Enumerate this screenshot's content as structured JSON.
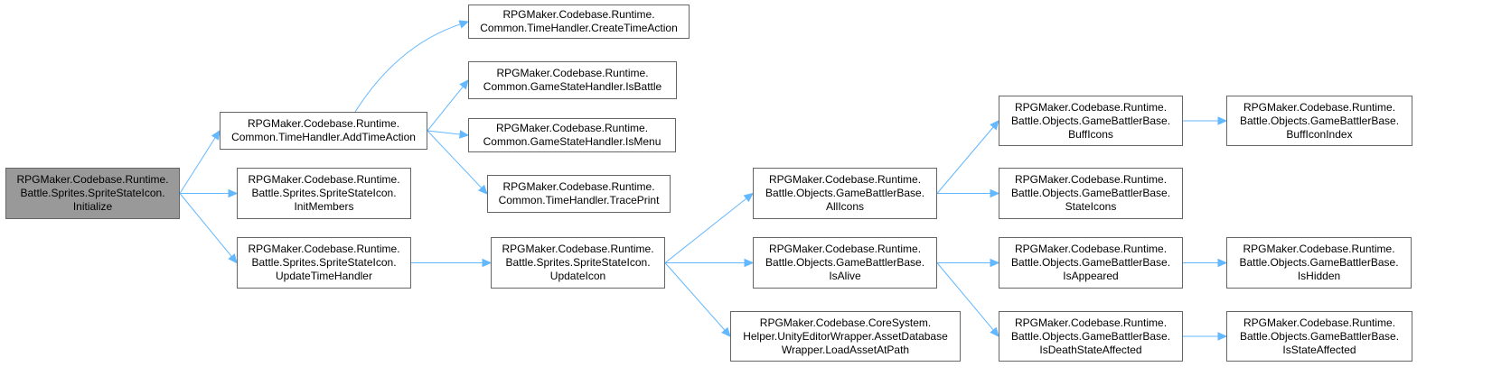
{
  "colors": {
    "edge": "#63B8FF",
    "node_border": "#666666",
    "root_fill": "#999999"
  },
  "nodes": [
    {
      "id": "initialize",
      "label": "RPGMaker.Codebase.Runtime.\nBattle.Sprites.SpriteStateIcon.\nInitialize",
      "highlighted": true
    },
    {
      "id": "add_time_action",
      "label": "RPGMaker.Codebase.Runtime.\nCommon.TimeHandler.AddTimeAction"
    },
    {
      "id": "init_members",
      "label": "RPGMaker.Codebase.Runtime.\nBattle.Sprites.SpriteStateIcon.\nInitMembers"
    },
    {
      "id": "update_time_handler",
      "label": "RPGMaker.Codebase.Runtime.\nBattle.Sprites.SpriteStateIcon.\nUpdateTimeHandler"
    },
    {
      "id": "create_time_action",
      "label": "RPGMaker.Codebase.Runtime.\nCommon.TimeHandler.CreateTimeAction"
    },
    {
      "id": "is_battle",
      "label": "RPGMaker.Codebase.Runtime.\nCommon.GameStateHandler.IsBattle"
    },
    {
      "id": "is_menu",
      "label": "RPGMaker.Codebase.Runtime.\nCommon.GameStateHandler.IsMenu"
    },
    {
      "id": "trace_print",
      "label": "RPGMaker.Codebase.Runtime.\nCommon.TimeHandler.TracePrint"
    },
    {
      "id": "update_icon",
      "label": "RPGMaker.Codebase.Runtime.\nBattle.Sprites.SpriteStateIcon.\nUpdateIcon"
    },
    {
      "id": "all_icons",
      "label": "RPGMaker.Codebase.Runtime.\nBattle.Objects.GameBattlerBase.\nAllIcons"
    },
    {
      "id": "is_alive",
      "label": "RPGMaker.Codebase.Runtime.\nBattle.Objects.GameBattlerBase.\nIsAlive"
    },
    {
      "id": "load_asset_at_path",
      "label": "RPGMaker.Codebase.CoreSystem.\nHelper.UnityEditorWrapper.AssetDatabase\nWrapper.LoadAssetAtPath"
    },
    {
      "id": "buff_icons",
      "label": "RPGMaker.Codebase.Runtime.\nBattle.Objects.GameBattlerBase.\nBuffIcons"
    },
    {
      "id": "state_icons",
      "label": "RPGMaker.Codebase.Runtime.\nBattle.Objects.GameBattlerBase.\nStateIcons"
    },
    {
      "id": "is_appeared",
      "label": "RPGMaker.Codebase.Runtime.\nBattle.Objects.GameBattlerBase.\nIsAppeared"
    },
    {
      "id": "is_death_state_affected",
      "label": "RPGMaker.Codebase.Runtime.\nBattle.Objects.GameBattlerBase.\nIsDeathStateAffected"
    },
    {
      "id": "buff_icon_index",
      "label": "RPGMaker.Codebase.Runtime.\nBattle.Objects.GameBattlerBase.\nBuffIconIndex"
    },
    {
      "id": "is_hidden",
      "label": "RPGMaker.Codebase.Runtime.\nBattle.Objects.GameBattlerBase.\nIsHidden"
    },
    {
      "id": "is_state_affected",
      "label": "RPGMaker.Codebase.Runtime.\nBattle.Objects.GameBattlerBase.\nIsStateAffected"
    }
  ],
  "edges": [
    {
      "from": "initialize",
      "to": "add_time_action"
    },
    {
      "from": "initialize",
      "to": "init_members"
    },
    {
      "from": "initialize",
      "to": "update_time_handler"
    },
    {
      "from": "add_time_action",
      "to": "create_time_action"
    },
    {
      "from": "add_time_action",
      "to": "is_battle"
    },
    {
      "from": "add_time_action",
      "to": "is_menu"
    },
    {
      "from": "add_time_action",
      "to": "trace_print"
    },
    {
      "from": "update_time_handler",
      "to": "update_icon"
    },
    {
      "from": "update_icon",
      "to": "all_icons"
    },
    {
      "from": "update_icon",
      "to": "is_alive"
    },
    {
      "from": "update_icon",
      "to": "load_asset_at_path"
    },
    {
      "from": "all_icons",
      "to": "buff_icons"
    },
    {
      "from": "all_icons",
      "to": "state_icons"
    },
    {
      "from": "buff_icons",
      "to": "buff_icon_index"
    },
    {
      "from": "is_alive",
      "to": "is_appeared"
    },
    {
      "from": "is_alive",
      "to": "is_death_state_affected"
    },
    {
      "from": "is_appeared",
      "to": "is_hidden"
    },
    {
      "from": "is_death_state_affected",
      "to": "is_state_affected"
    }
  ]
}
